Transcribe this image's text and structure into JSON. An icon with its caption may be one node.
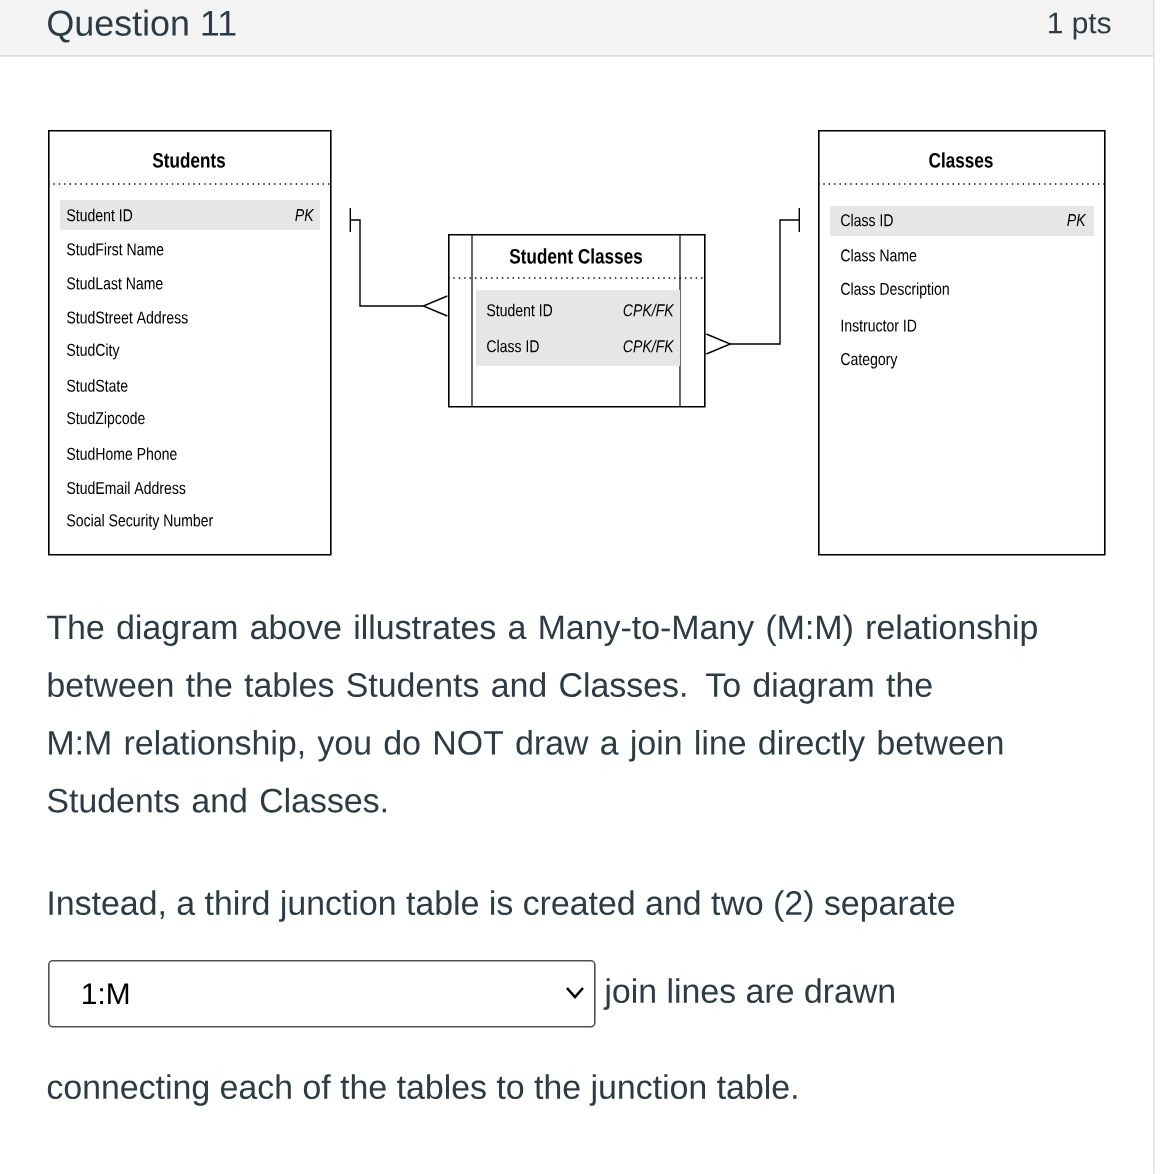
{
  "diagram": {
    "nodes": [
      {
        "text": [
          "Students",
          "Student ID",
          "PK",
          "StudFirst Name",
          "StudLast Name",
          "StudStreet Address",
          "StudCity",
          "StudState",
          "StudZipcode",
          "StudHome Phone",
          "StudEmail Address",
          "Social Security Number"
        ]
      },
      {
        "text": [
          "Student Classes",
          "Student ID",
          "CPK/FK",
          "Class ID",
          "CPK/FK"
        ]
      },
      {
        "text": [
          "Classes",
          "Class ID",
          "PK",
          "Class Name",
          "Class Description",
          "Instructor ID",
          "Category"
        ]
      }
    ],
    "edges": [
      {
        "from": 0,
        "to": 1,
        "arrow": "other"
      },
      {
        "from": 2,
        "to": 1,
        "arrow": "other"
      }
    ],
    "labels": [
      "Question 11",
      "1 pts",
      "The diagram above illustrates a Many-to-Many (M:M) relationship between the tables Students and Classes. To diagram the M:M relationship, you do NOT draw a join line directly between Students and Classes.",
      "Instead, a third junction table is created and two (2) separate",
      "1:M",
      "join lines are drawn",
      "connecting each of the tables to the junction table."
    ]
  }
}
